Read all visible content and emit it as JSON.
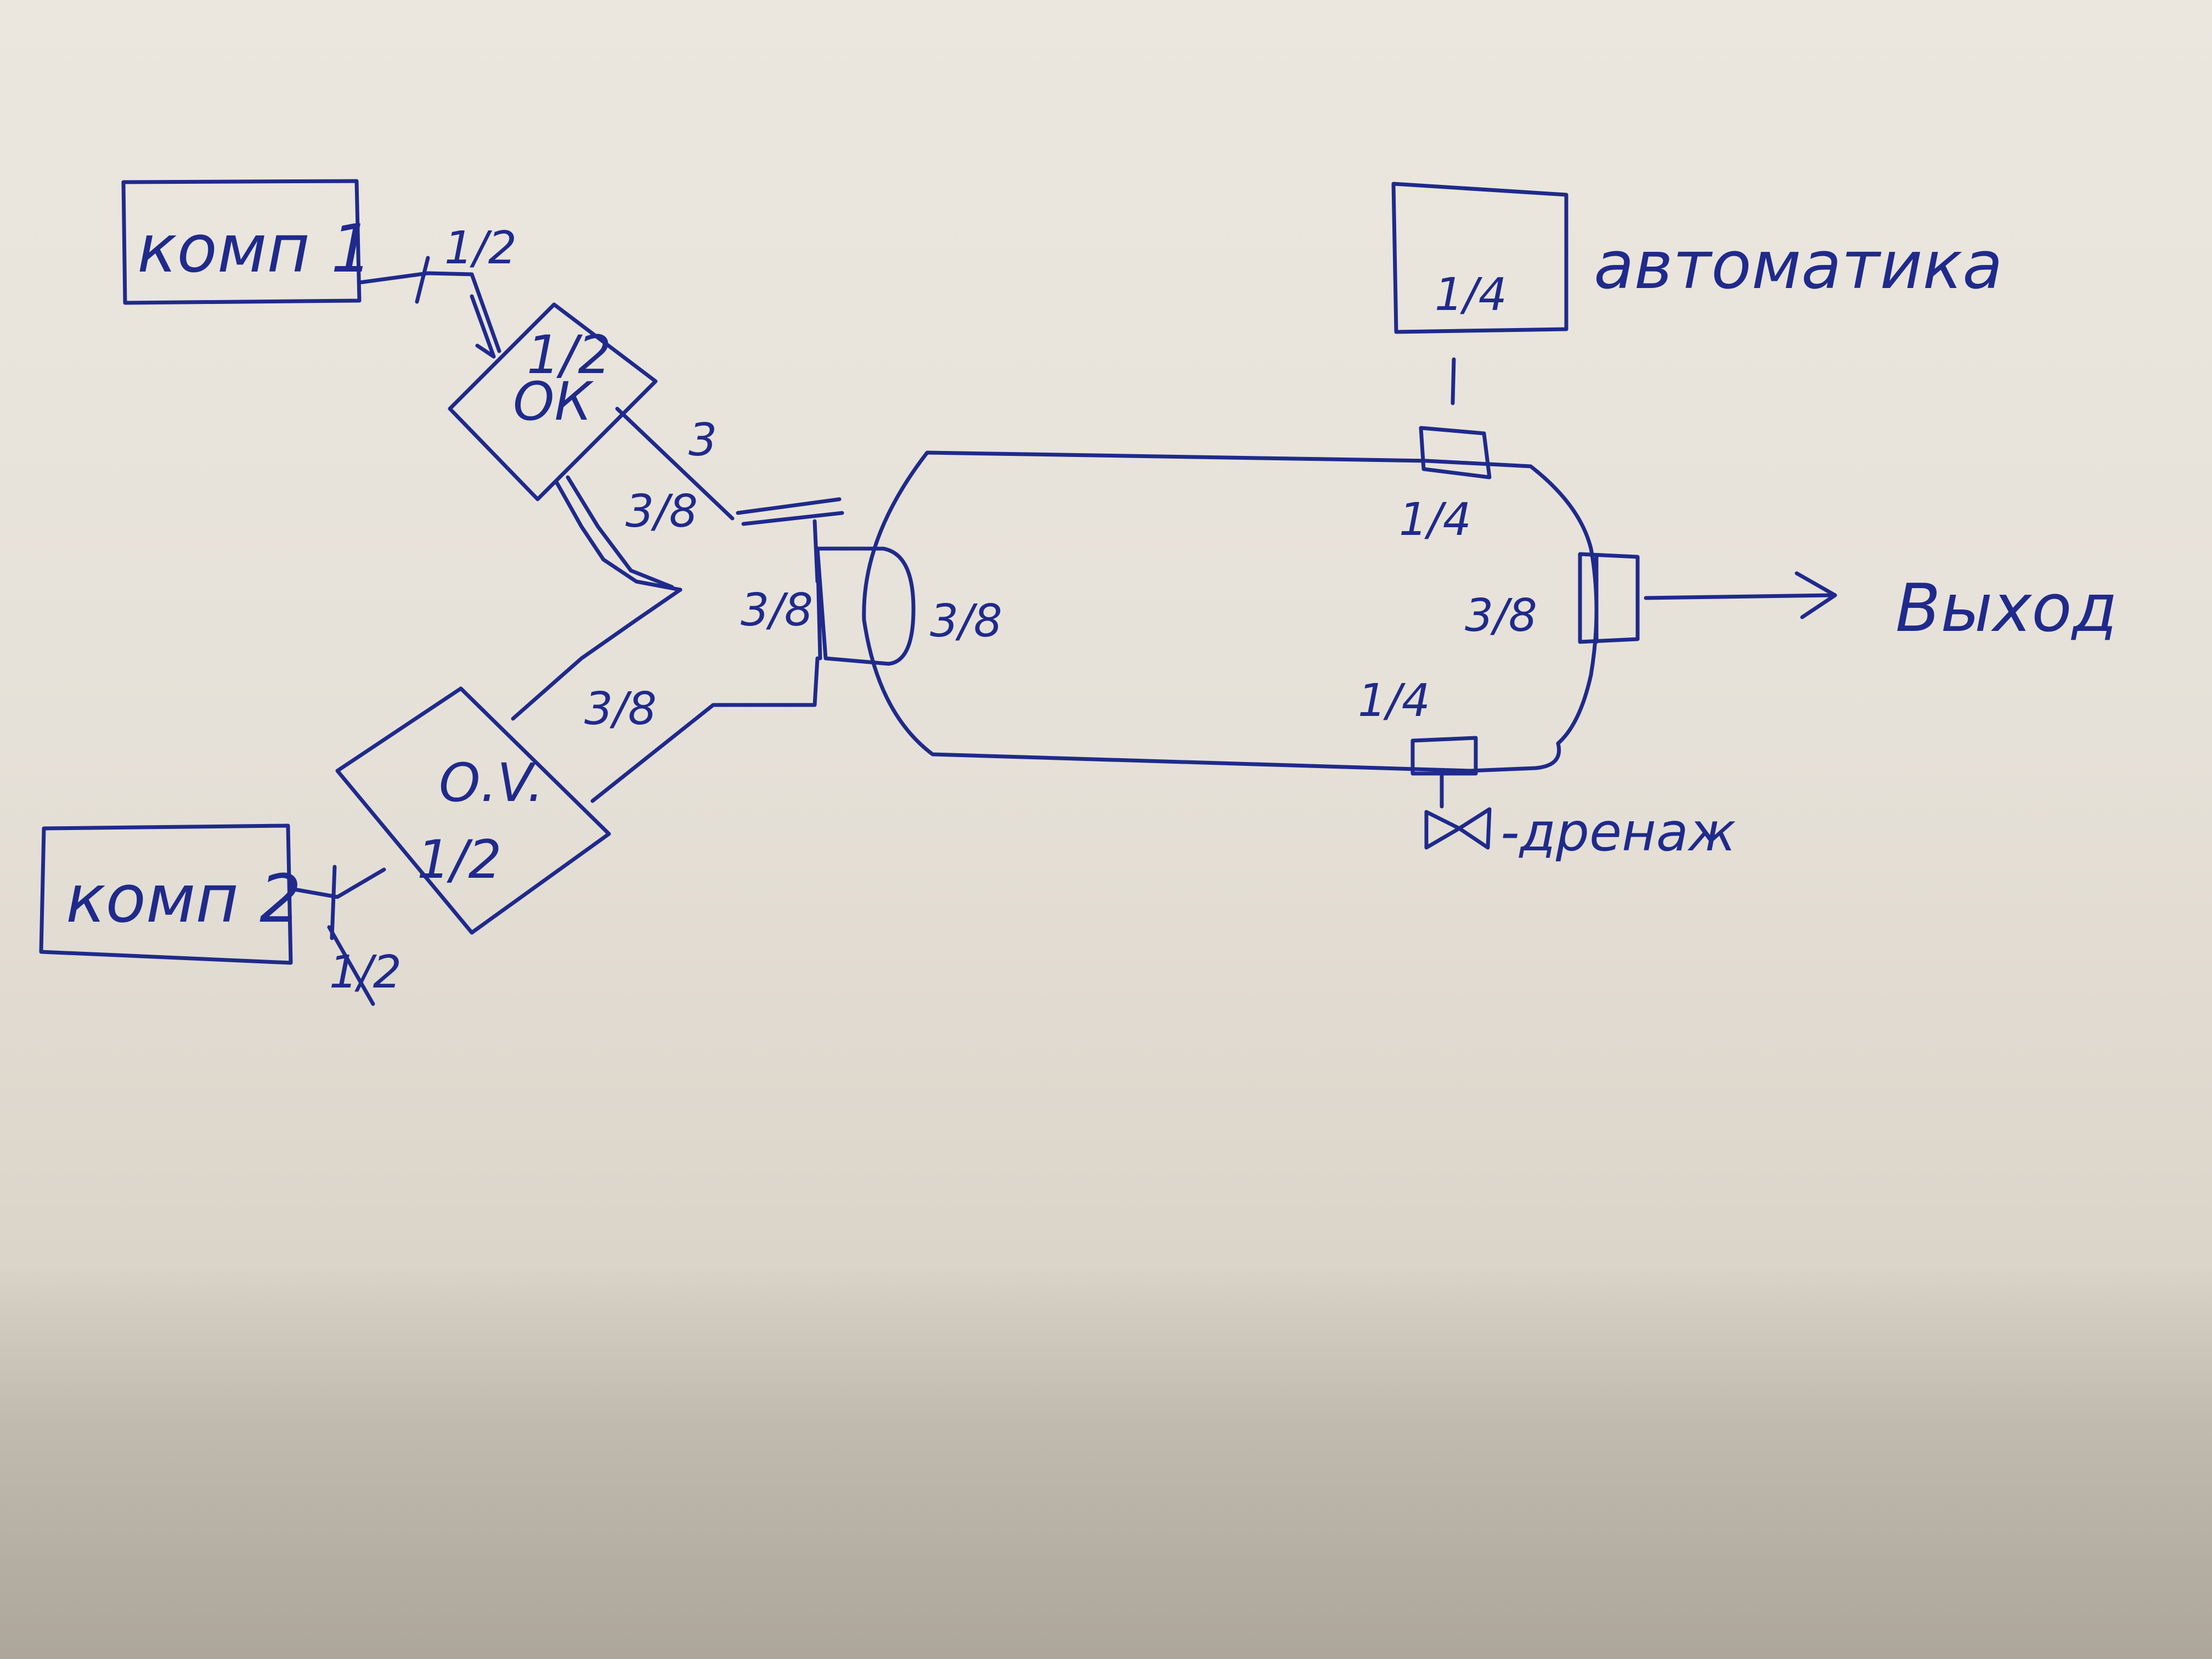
{
  "labels": {
    "komp1": "комп 1",
    "komp2": "комп 2",
    "ok_top_size": "1/2",
    "ok_name": "ОК",
    "ov_name": "О.V.",
    "ov_size": "1/2",
    "komp1_line_size": "1/2",
    "komp2_line_size": "1/2",
    "pipe_top_3": "3",
    "pipe_top_size": "3/8",
    "pipe_bottom_size": "3/8",
    "tee_size": "3/8",
    "tank_inlet_size": "3/8",
    "tank_top_port_size": "1/4",
    "tank_outlet_size": "3/8",
    "tank_bottom_port_size": "1/4",
    "automatic_box_size": "1/4",
    "automatic_label": "автоматика",
    "output_label": "Выход",
    "drain_label": "-дренаж"
  },
  "colors": {
    "ink": "#1f2a8c",
    "paper": "#e6e1d8"
  }
}
